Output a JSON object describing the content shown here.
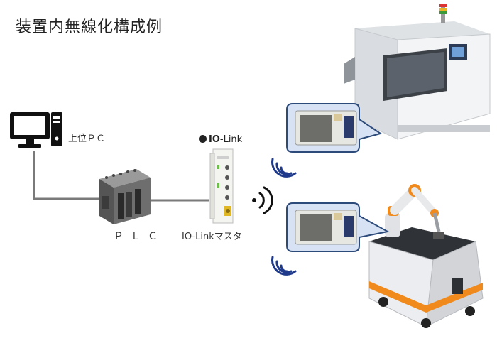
{
  "title": "装置内無線化構成例",
  "labels": {
    "pc": "上位ＰＣ",
    "plc": "ＰＬＣ",
    "iolink_brand_bold": "IO",
    "iolink_brand_rest": "-Link",
    "iolink_master": "IO-Linkマスタ"
  },
  "icons": [
    "computer-icon",
    "plc-icon",
    "io-link-master-icon",
    "wireless-signal-icon",
    "industrial-machine-image",
    "robot-agv-image",
    "wireless-module-image"
  ],
  "colors": {
    "wireless_blue": "#1f3a8a",
    "callout_fill": "#d7e3f5",
    "callout_border": "#2c4a7a",
    "line_gray": "#777777"
  }
}
